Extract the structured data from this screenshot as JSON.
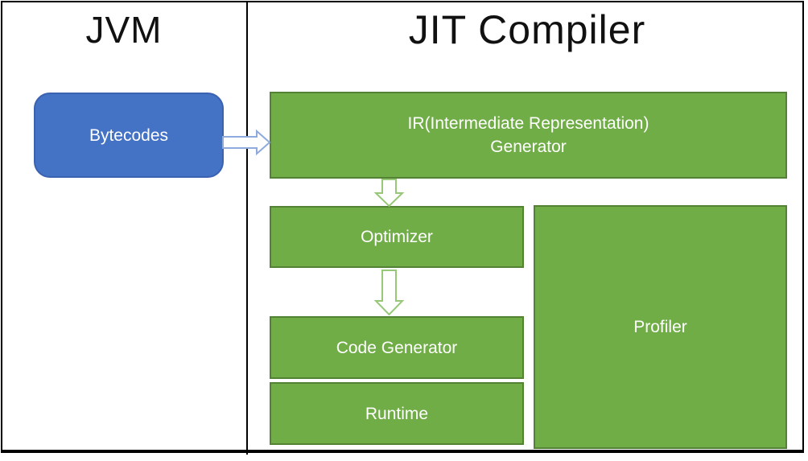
{
  "header": {
    "left_title": "JVM",
    "right_title": "JIT Compiler"
  },
  "nodes": {
    "bytecodes": "Bytecodes",
    "ir_generator": {
      "line1": "IR(Intermediate Representation)",
      "line2": "Generator"
    },
    "optimizer": "Optimizer",
    "code_generator": "Code Generator",
    "runtime": "Runtime",
    "profiler": "Profiler"
  },
  "edges": [
    {
      "from": "bytecodes",
      "to": "ir_generator",
      "direction": "right"
    },
    {
      "from": "ir_generator",
      "to": "optimizer",
      "direction": "down"
    },
    {
      "from": "optimizer",
      "to": "code_generator",
      "direction": "down"
    }
  ],
  "colors": {
    "box_green": "#70AD47",
    "box_green_border": "#548235",
    "box_blue": "#4472C4",
    "box_blue_border": "#3A62B0",
    "arrow_green_outline": "#96C878",
    "arrow_blue_outline": "#8FAADC",
    "frame_border": "#000000",
    "text_on_box": "#FFFFFF",
    "title_text": "#111111"
  }
}
